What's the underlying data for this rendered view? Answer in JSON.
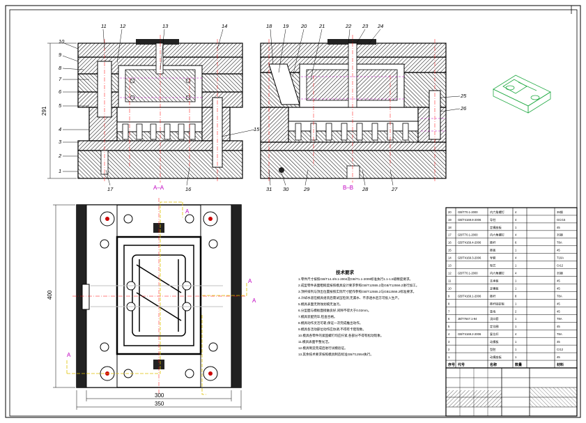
{
  "drawing": {
    "callouts_top_left": [
      "10",
      "11",
      "12",
      "13",
      "14",
      "9",
      "8",
      "7",
      "6",
      "5",
      "4",
      "3",
      "2",
      "1",
      "15",
      "16",
      "17"
    ],
    "callouts_top_right": [
      "18",
      "19",
      "20",
      "21",
      "22",
      "23",
      "24",
      "25",
      "26",
      "27",
      "28",
      "29",
      "30",
      "31"
    ],
    "section_labels": {
      "left": "A–A",
      "right": "B–B"
    },
    "dimensions": {
      "height_top": "291",
      "height_plan": "400",
      "width_inner": "300",
      "width_outer": "350"
    },
    "cut_marks": [
      "A",
      "A",
      "A",
      "A"
    ],
    "notes_title": "技术要求",
    "notes": [
      "1.零件尺寸按照GB/T14.4/9.1-2004及GB/T1.1-2009标准执行1.1-1.5级精度要求。",
      "2.成型零件表面粗糙度按照模具设计要求参照GB/T12555.2及GB/T12556.2进行加工。",
      "3.顶杆排列与顶出位置按照实际尺寸配作参照GB/T12555.2与GB12556.2标准要求。",
      "4.冷却水道在模具组装后需试压检测,无漏水、不渗透水后方可投入生产。",
      "5.模具表面无锈蚀划痕无油污。",
      "6.分型面与模板面接触良好,间隙不得大于0.02mm。",
      "7.模具装配完毕,检查合格。",
      "8.模具动作灵活可靠,保证一次完成推出动作。",
      "9.模具各活动部位动作应协调,不得有卡阻现象。",
      "10.模具各零件的紧固螺钉均应拧紧,各部分不得有松动现象。",
      "11.模具表面平整光洁。",
      "12.模具制造完成后进行试模验证。",
      "13.其余技术要求按照模具制造标准GB/T12554执行。"
    ],
    "bom_rows": [
      [
        "20",
        "GB/T70.1-2000",
        "内六角螺钉",
        "4",
        "35钢"
      ],
      [
        "19",
        "GB/T4169.8-2006",
        "导柱",
        "4",
        "GCr15"
      ],
      [
        "18",
        "",
        "定模座板",
        "1",
        "45"
      ],
      [
        "17",
        "GB/T70.1-2000",
        "内六角螺钉",
        "4",
        "35钢"
      ],
      [
        "16",
        "GB/T4169.4-2006",
        "推杆",
        "6",
        "T8A"
      ],
      [
        "15",
        "",
        "推板",
        "1",
        "45"
      ],
      [
        "14",
        "GB/T4169.3-2006",
        "导套",
        "4",
        "T10A"
      ],
      [
        "13",
        "",
        "型芯",
        "1",
        "Cr12"
      ],
      [
        "12",
        "GB/T70.1-2000",
        "内六角螺钉",
        "4",
        "35钢"
      ],
      [
        "11",
        "",
        "支承板",
        "1",
        "45"
      ],
      [
        "10",
        "",
        "定模板",
        "1",
        "45"
      ],
      [
        "9",
        "GB/T4169.1-2006",
        "推杆",
        "8",
        "T8A"
      ],
      [
        "8",
        "",
        "推杆固定板",
        "1",
        "45"
      ],
      [
        "7",
        "",
        "垫块",
        "2",
        "45"
      ],
      [
        "6",
        "JB/T7647.1-94",
        "浇口套",
        "1",
        "T8A"
      ],
      [
        "5",
        "",
        "定位圈",
        "1",
        "45"
      ],
      [
        "4",
        "GB/T4169.2-2006",
        "复位杆",
        "4",
        "T8A"
      ],
      [
        "3",
        "",
        "动模板",
        "1",
        "45"
      ],
      [
        "2",
        "",
        "型腔",
        "1",
        "Cr12"
      ],
      [
        "1",
        "",
        "动模座板",
        "1",
        "45"
      ]
    ],
    "bom_header": [
      "序号",
      "代号",
      "名称",
      "数量",
      "材料"
    ]
  },
  "colors": {
    "line": "#000000",
    "hatch": "#000000",
    "centerline": "#ff0000",
    "hidden": "#c000c0",
    "section_cut": "#e0c000",
    "cooling": "#c0c0c0",
    "iso_part": "#22aa44"
  }
}
